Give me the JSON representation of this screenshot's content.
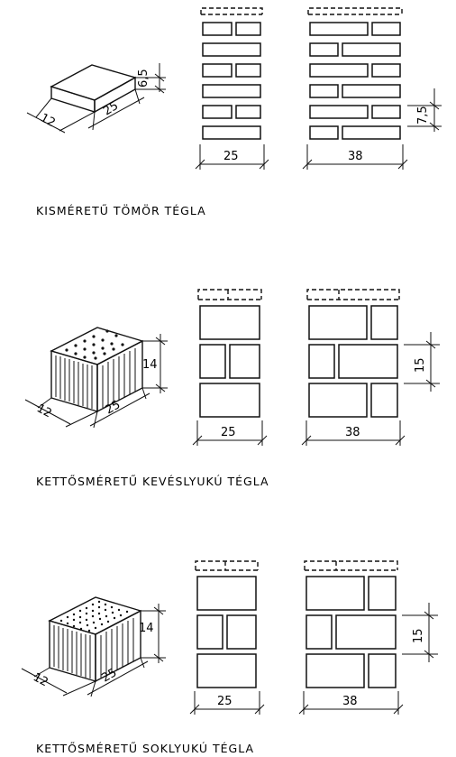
{
  "sections": [
    {
      "caption": "KISMÉRETŰ TÖMÖR TÉGLA",
      "brick_dims": {
        "length": "25",
        "width": "12",
        "height": "6,5"
      },
      "wall_widths": [
        "25",
        "38"
      ],
      "course_height": "7,5"
    },
    {
      "caption": "KETTŐSMÉRETŰ KEVÉSLYUKÚ TÉGLA",
      "brick_dims": {
        "length": "25",
        "width": "12",
        "height": "14"
      },
      "wall_widths": [
        "25",
        "38"
      ],
      "course_height": "15"
    },
    {
      "caption": "KETTŐSMÉRETŰ SOKLYUKÚ TÉGLA",
      "brick_dims": {
        "length": "25",
        "width": "12",
        "height": "14"
      },
      "wall_widths": [
        "25",
        "38"
      ],
      "course_height": "15"
    }
  ]
}
